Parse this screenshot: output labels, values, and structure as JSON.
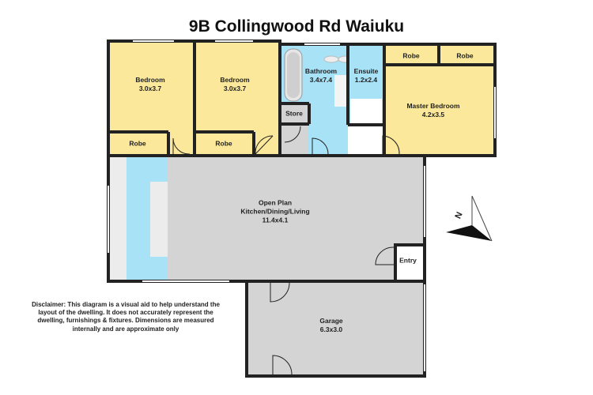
{
  "title": "9B Collingwood Rd Waiuku",
  "rooms": {
    "bedroom1": {
      "name": "Bedroom",
      "dims": "3.0x3.7"
    },
    "bedroom2": {
      "name": "Bedroom",
      "dims": "3.0x3.7"
    },
    "robe1": {
      "name": "Robe"
    },
    "robe2": {
      "name": "Robe"
    },
    "bathroom": {
      "name": "Bathroom",
      "dims": "3.4x7.4"
    },
    "ensuite": {
      "name": "Ensuite",
      "dims": "1.2x2.4"
    },
    "store": {
      "name": "Store"
    },
    "robe3": {
      "name": "Robe"
    },
    "robe4": {
      "name": "Robe"
    },
    "master": {
      "name": "Master Bedroom",
      "dims": "4.2x3.5"
    },
    "openplan": {
      "name": "Open Plan",
      "sub": "Kitchen/Dining/Living",
      "dims": "11.4x4.1"
    },
    "entry": {
      "name": "Entry"
    },
    "garage": {
      "name": "Garage",
      "dims": "6.3x3.0"
    }
  },
  "compass": {
    "label": "N"
  },
  "disclaimer": "Disclaimer: This diagram is a visual aid to help understand the layout of the dwelling. It does not accurately represent the dwelling, furnishings & fixtures. Dimensions are measured internally and are approximate only",
  "colors": {
    "bedroom": "#fbe89a",
    "wet": "#a8e2f7",
    "living": "#d4d4d4",
    "wall": "#222222"
  }
}
